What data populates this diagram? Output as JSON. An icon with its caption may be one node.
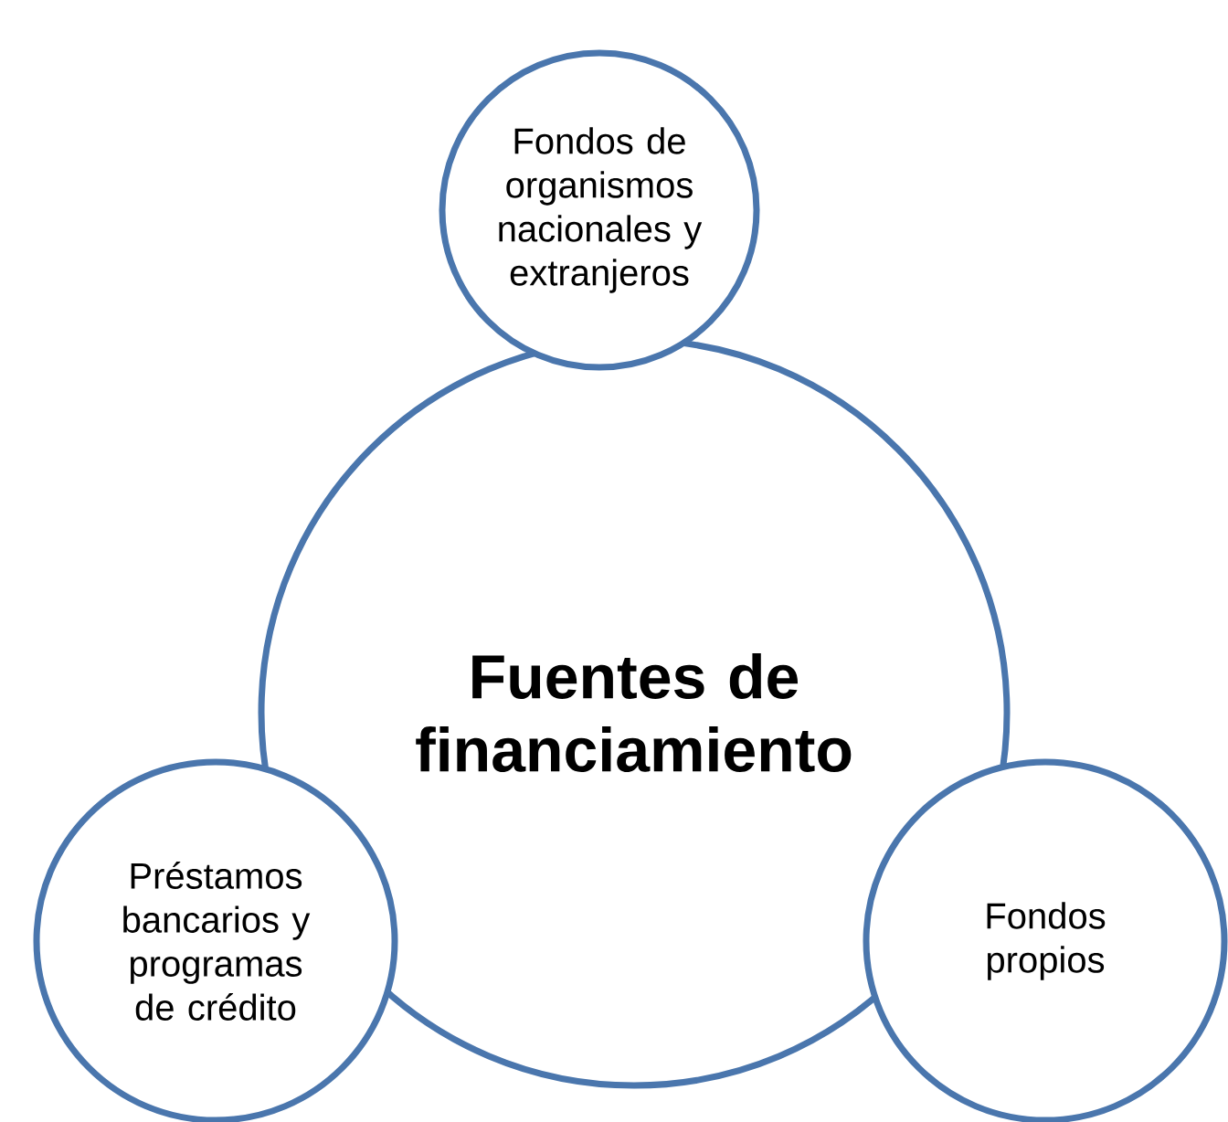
{
  "diagram": {
    "nodes": [
      {
        "text": [
          "Fondos de organismos nacionales y extranjeros"
        ]
      },
      {
        "text": [
          "Fuentes de financiamiento"
        ]
      },
      {
        "text": [
          "Préstamos bancarios y programas de crédito"
        ]
      },
      {
        "text": [
          "Fondos propios"
        ]
      }
    ]
  }
}
